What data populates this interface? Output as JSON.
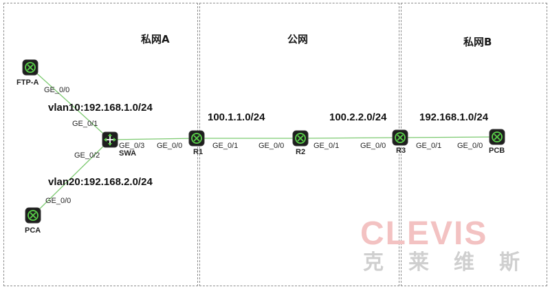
{
  "zones": {
    "private_a": "私网A",
    "public": "公网",
    "private_b": "私网B"
  },
  "networks": {
    "vlan10": "vlan10:192.168.1.0/24",
    "vlan20": "vlan20:192.168.2.0/24",
    "r1_r2": "100.1.1.0/24",
    "r2_r3": "100.2.2.0/24",
    "r3_pcb": "192.168.1.0/24"
  },
  "devices": {
    "ftp_a": "FTP-A",
    "swa": "SWA",
    "pca": "PCA",
    "r1": "R1",
    "r2": "R2",
    "r3": "R3",
    "pcb": "PCB"
  },
  "ports": {
    "ftp_ge0_0": "GE_0/0",
    "swa_ge0_1": "GE_0/1",
    "swa_ge0_2": "GE_0/2",
    "swa_ge0_3": "GE_0/3",
    "pca_ge0_0": "GE_0/0",
    "r1_ge0_0": "GE_0/0",
    "r1_ge0_1": "GE_0/1",
    "r2_ge0_0": "GE_0/0",
    "r2_ge0_1": "GE_0/1",
    "r3_ge0_0": "GE_0/0",
    "r3_ge0_1": "GE_0/1",
    "pcb_ge0_0": "GE_0/0"
  },
  "watermark": {
    "en": "CLEVIS",
    "cn": "克莱维斯"
  },
  "colors": {
    "link": "#7bc96f",
    "device_body": "#1e1e1e",
    "device_accent": "#5ad14a",
    "zone_border": "#8c8c8c",
    "watermark_en": "#f3c2c2",
    "watermark_cn": "#cfcfcf"
  }
}
